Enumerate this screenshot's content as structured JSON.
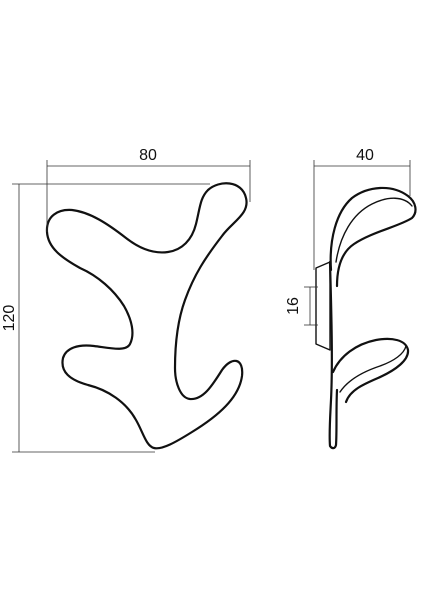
{
  "drawing": {
    "front_view": {
      "width_label": "80",
      "height_label": "120"
    },
    "side_view": {
      "depth_label": "40",
      "spacing_label": "16"
    },
    "colors": {
      "line": "#111111",
      "background": "#ffffff"
    }
  }
}
